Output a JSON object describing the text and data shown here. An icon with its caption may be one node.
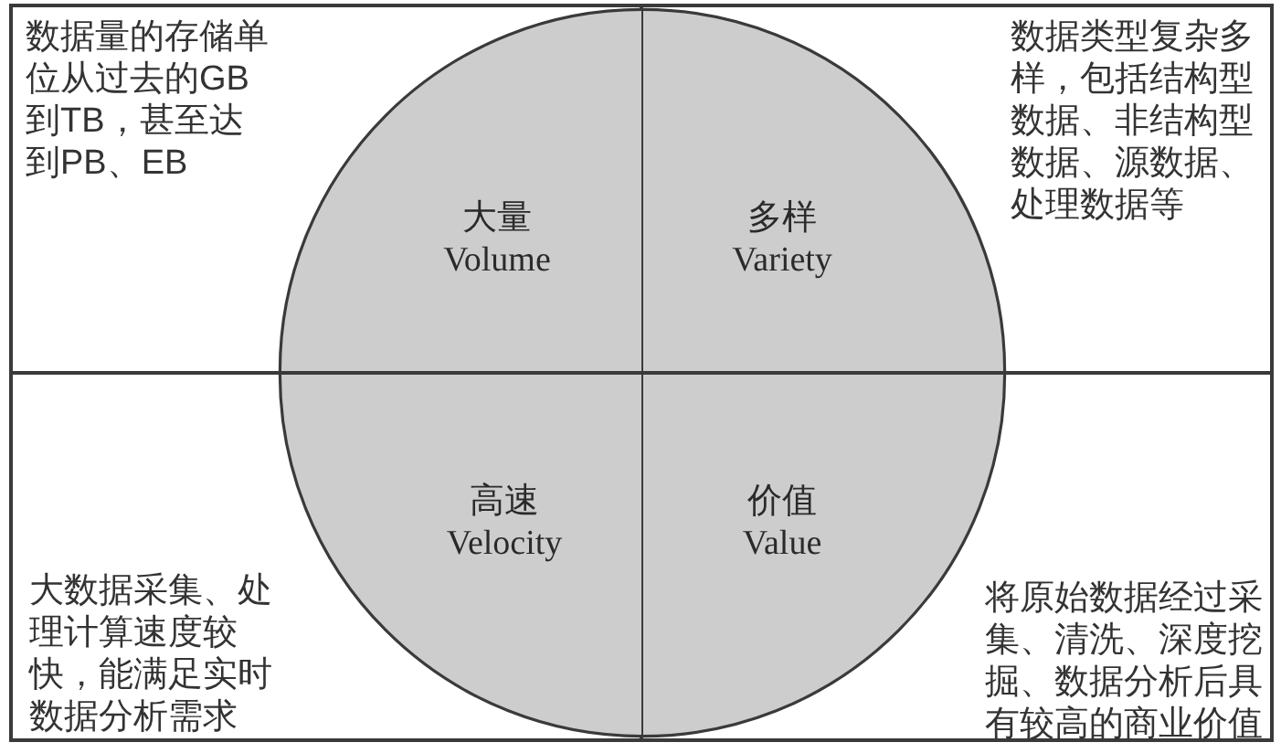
{
  "diagram": {
    "nodes": [
      {
        "text": [
          "数据量的存储单位从过去的GB到TB，甚至达到PB、EB"
        ]
      },
      {
        "text": [
          "大量 Volume"
        ],
        "in": 0
      },
      {
        "text": [
          "数据类型复杂多样，包括结构型数据、非结构型数据、源数据、处理数据等"
        ]
      },
      {
        "text": [
          "多样 Variety"
        ],
        "in": 2
      },
      {
        "text": [
          "大数据采集、处理计算速度较快，能满足实时数据分析需求"
        ]
      },
      {
        "text": [
          "高速 Velocity"
        ],
        "in": 4
      },
      {
        "text": [
          "将原始数据经过采集、清洗、深度挖掘、数据分析后具有较高的商业价值"
        ]
      },
      {
        "text": [
          "价值 Value"
        ],
        "in": 6
      }
    ]
  }
}
